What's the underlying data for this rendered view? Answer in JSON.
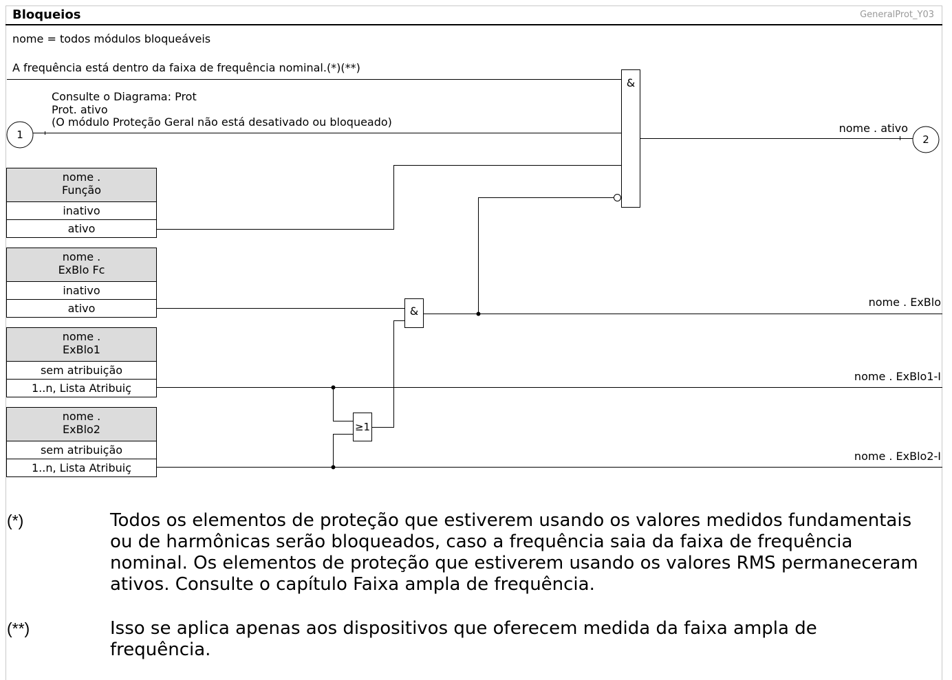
{
  "colors": {
    "box_header": "#dcdcdc",
    "reference_text": "#999999",
    "frame": "#c8c8c8"
  },
  "header": {
    "title": "Bloqueios",
    "reference": "GeneralProt_Y03"
  },
  "diagram": {
    "scope_note": "nome = todos módulos bloqueáveis",
    "frequency_input": "A frequência está dentro da faixa de frequência nominal.(*)(**)",
    "prot_reference": [
      "Consulte o Diagrama: Prot",
      "Prot. ativo",
      "(O módulo Proteção Geral não está desativado ou bloqueado)"
    ],
    "connector_in": "1",
    "connector_out": "2",
    "gates": {
      "main_and": "&",
      "exblo_and": "&",
      "exblo_or": "≥1"
    },
    "settings": [
      {
        "name": [
          "nome .",
          "Função"
        ],
        "options": [
          "inativo",
          "ativo"
        ]
      },
      {
        "name": [
          "nome .",
          "ExBlo Fc"
        ],
        "options": [
          "inativo",
          "ativo"
        ]
      },
      {
        "name": [
          "nome .",
          "ExBlo1"
        ],
        "options": [
          "sem atribuição",
          "1..n, Lista Atribuiç"
        ]
      },
      {
        "name": [
          "nome .",
          "ExBlo2"
        ],
        "options": [
          "sem atribuição",
          "1..n, Lista Atribuiç"
        ]
      }
    ],
    "outputs": {
      "active": "nome . ativo",
      "exblo": "nome . ExBlo",
      "exblo1": "nome . ExBlo1-I",
      "exblo2": "nome . ExBlo2-I"
    }
  },
  "footnotes": [
    {
      "mark": "(*)",
      "lines": [
        "Todos os elementos de proteção que estiverem usando os valores medidos fundamentais",
        "ou de harmônicas serão bloqueados, caso a frequência saia da faixa de frequência",
        "nominal. Os elementos de proteção que estiverem usando os valores RMS permaneceram",
        "ativos. Consulte o capítulo Faixa ampla de frequência."
      ]
    },
    {
      "mark": "(**)",
      "lines": [
        "Isso se aplica apenas aos dispositivos que oferecem medida da faixa ampla de",
        "frequência."
      ]
    }
  ]
}
